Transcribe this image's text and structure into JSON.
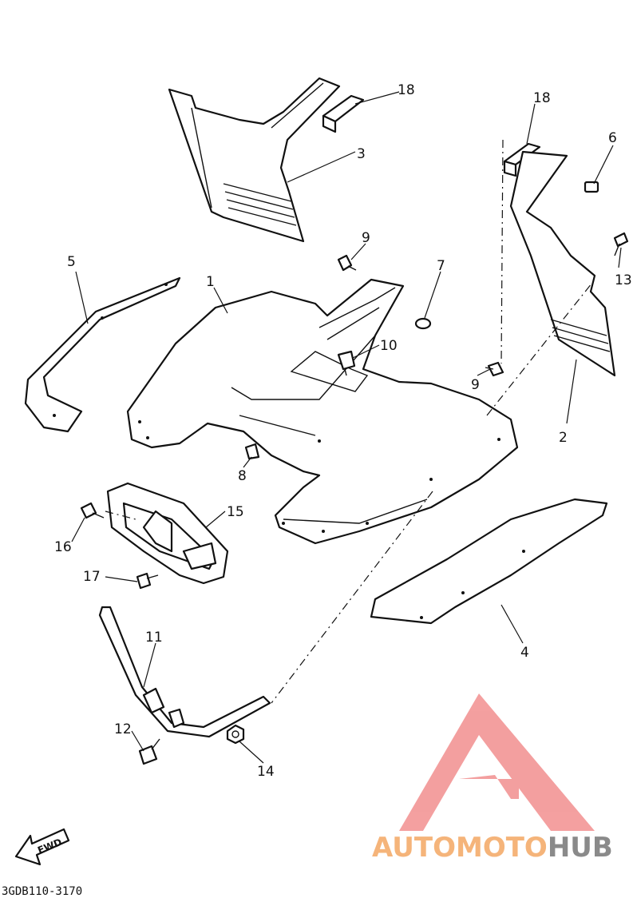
{
  "diagram": {
    "callouts": {
      "p1": "1",
      "p2": "2",
      "p3": "3",
      "p4": "4",
      "p5": "5",
      "p6": "6",
      "p7": "7",
      "p8": "8",
      "p9a": "9",
      "p9b": "9",
      "p10": "10",
      "p11": "11",
      "p12": "12",
      "p13": "13",
      "p14": "14",
      "p15": "15",
      "p16": "16",
      "p17": "17",
      "p18a": "18",
      "p18b": "18"
    },
    "fwd_label": "FWD",
    "diagram_code": "3GDB110-3170"
  },
  "watermark": {
    "text_auto": "AUTO",
    "text_moto": "MOTO",
    "text_hub": "HUB",
    "colors": {
      "auto_moto": "#f5b47a",
      "hub": "#8a8a8a",
      "triangle": "#f08080"
    }
  }
}
